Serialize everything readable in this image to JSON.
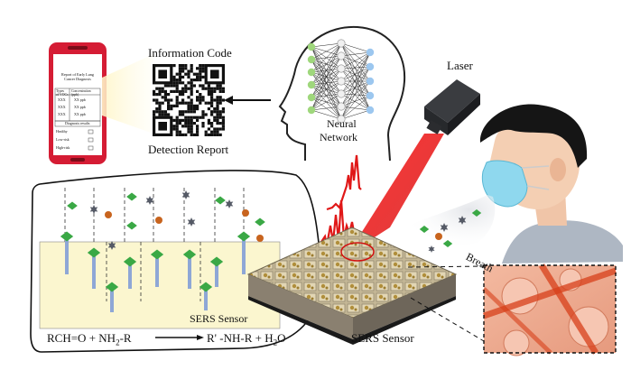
{
  "labels": {
    "information_code": "Information Code",
    "detection_report": "Detection Report",
    "neural_network_line1": "Neural",
    "neural_network_line2": "Network",
    "laser": "Laser",
    "breath": "Breath",
    "sers_sensor_inset": "SERS Sensor",
    "sers_sensor_main": "SERS Sensor"
  },
  "equation": {
    "left": "RCH=O + NH",
    "left_sub": "2",
    "left_tail": "-R",
    "right": "R' -NH-R + H",
    "right_sub": "2",
    "right_tail": "O"
  },
  "phone_report": {
    "title_line1": "Report of Early Lung",
    "title_line2": "Cancer Diagnosis",
    "col1": "Types",
    "col1_unit": "of VOCs",
    "col2": "Concentration",
    "col2_unit": "(ppb)",
    "rows": [
      {
        "type": "XXX",
        "value": "XX ppb"
      },
      {
        "type": "XXX",
        "value": "XX ppb"
      },
      {
        "type": "XXX",
        "value": "XX ppb"
      }
    ],
    "diagnosis_header": "Diagnosis results",
    "results": [
      "Healthy",
      "Low-risk",
      "High-risk"
    ]
  },
  "colors": {
    "green_molecule": "#3aa845",
    "orange_molecule": "#c8641e",
    "star_molecule": "#555a66",
    "laser_red": "#e01818",
    "mask_blue": "#8fd8ee",
    "sensor_yellow": "#fbf6cf",
    "phone_red": "#d51c34"
  }
}
